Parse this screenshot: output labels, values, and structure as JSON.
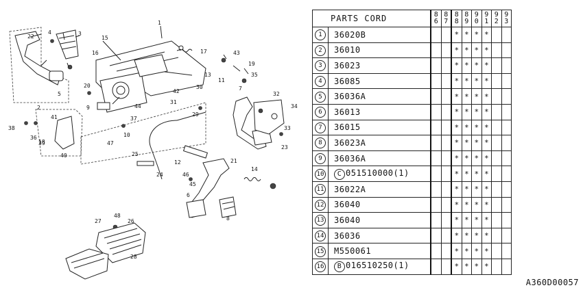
{
  "table": {
    "header_title": "PARTS CORD",
    "years": [
      [
        "8",
        "6"
      ],
      [
        "8",
        "7"
      ],
      [
        "8",
        "8"
      ],
      [
        "8",
        "9"
      ],
      [
        "9",
        "0"
      ],
      [
        "9",
        "1"
      ],
      [
        "9",
        "2"
      ],
      [
        "9",
        "3"
      ]
    ],
    "rows": [
      {
        "num": "1",
        "prefix": "",
        "code": "36020B",
        "marks": [
          "",
          "",
          "*",
          "*",
          "*",
          "*",
          "",
          ""
        ]
      },
      {
        "num": "2",
        "prefix": "",
        "code": "36010",
        "marks": [
          "",
          "",
          "*",
          "*",
          "*",
          "*",
          "",
          ""
        ]
      },
      {
        "num": "3",
        "prefix": "",
        "code": "36023",
        "marks": [
          "",
          "",
          "*",
          "*",
          "*",
          "*",
          "",
          ""
        ]
      },
      {
        "num": "4",
        "prefix": "",
        "code": "36085",
        "marks": [
          "",
          "",
          "*",
          "*",
          "*",
          "*",
          "",
          ""
        ]
      },
      {
        "num": "5",
        "prefix": "",
        "code": "36036A",
        "marks": [
          "",
          "",
          "*",
          "*",
          "*",
          "*",
          "",
          ""
        ]
      },
      {
        "num": "6",
        "prefix": "",
        "code": "36013",
        "marks": [
          "",
          "",
          "*",
          "*",
          "*",
          "*",
          "",
          ""
        ]
      },
      {
        "num": "7",
        "prefix": "",
        "code": "36015",
        "marks": [
          "",
          "",
          "*",
          "*",
          "*",
          "*",
          "",
          ""
        ]
      },
      {
        "num": "8",
        "prefix": "",
        "code": "36023A",
        "marks": [
          "",
          "",
          "*",
          "*",
          "*",
          "*",
          "",
          ""
        ]
      },
      {
        "num": "9",
        "prefix": "",
        "code": "36036A",
        "marks": [
          "",
          "",
          "*",
          "*",
          "*",
          "*",
          "",
          ""
        ]
      },
      {
        "num": "10",
        "prefix": "C",
        "code": "051510000(1)",
        "marks": [
          "",
          "",
          "*",
          "*",
          "*",
          "*",
          "",
          ""
        ]
      },
      {
        "num": "11",
        "prefix": "",
        "code": "36022A",
        "marks": [
          "",
          "",
          "*",
          "*",
          "*",
          "*",
          "",
          ""
        ]
      },
      {
        "num": "12",
        "prefix": "",
        "code": "36040",
        "marks": [
          "",
          "",
          "*",
          "*",
          "*",
          "*",
          "",
          ""
        ]
      },
      {
        "num": "13",
        "prefix": "",
        "code": "36040",
        "marks": [
          "",
          "",
          "*",
          "*",
          "*",
          "*",
          "",
          ""
        ]
      },
      {
        "num": "14",
        "prefix": "",
        "code": "36036",
        "marks": [
          "",
          "",
          "*",
          "*",
          "*",
          "*",
          "",
          ""
        ]
      },
      {
        "num": "15",
        "prefix": "",
        "code": "M550061",
        "marks": [
          "",
          "",
          "*",
          "*",
          "*",
          "*",
          "",
          ""
        ]
      },
      {
        "num": "16",
        "prefix": "B",
        "code": "016510250(1)",
        "marks": [
          "",
          "",
          "*",
          "*",
          "*",
          "*",
          "",
          ""
        ]
      }
    ]
  },
  "catalog_code": "A360D00057",
  "callouts": [
    "1",
    "2",
    "3",
    "4",
    "5",
    "6",
    "7",
    "8",
    "9",
    "10",
    "11",
    "12",
    "13",
    "14",
    "15",
    "16",
    "17",
    "18",
    "19",
    "20",
    "21",
    "22",
    "23",
    "24",
    "25",
    "26",
    "27",
    "28",
    "29",
    "30",
    "31",
    "32",
    "33",
    "34",
    "35",
    "36",
    "37",
    "38",
    "39",
    "40",
    "41",
    "42",
    "43",
    "44",
    "45",
    "46",
    "47",
    "48"
  ]
}
